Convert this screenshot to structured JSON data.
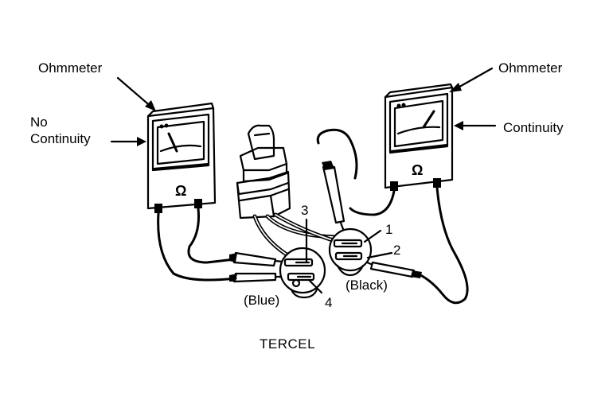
{
  "labels": {
    "ohmmeter_left": "Ohmmeter",
    "no_continuity_line1": "No",
    "no_continuity_line2": "Continuity",
    "ohmmeter_right": "Ohmmeter",
    "continuity": "Continuity",
    "terminal_1": "1",
    "terminal_2": "2",
    "terminal_3": "3",
    "terminal_4": "4",
    "connector_blue": "(Blue)",
    "connector_black": "(Black)",
    "caption": "TERCEL",
    "meter_symbol_left": "Ω",
    "meter_symbol_right": "Ω"
  }
}
